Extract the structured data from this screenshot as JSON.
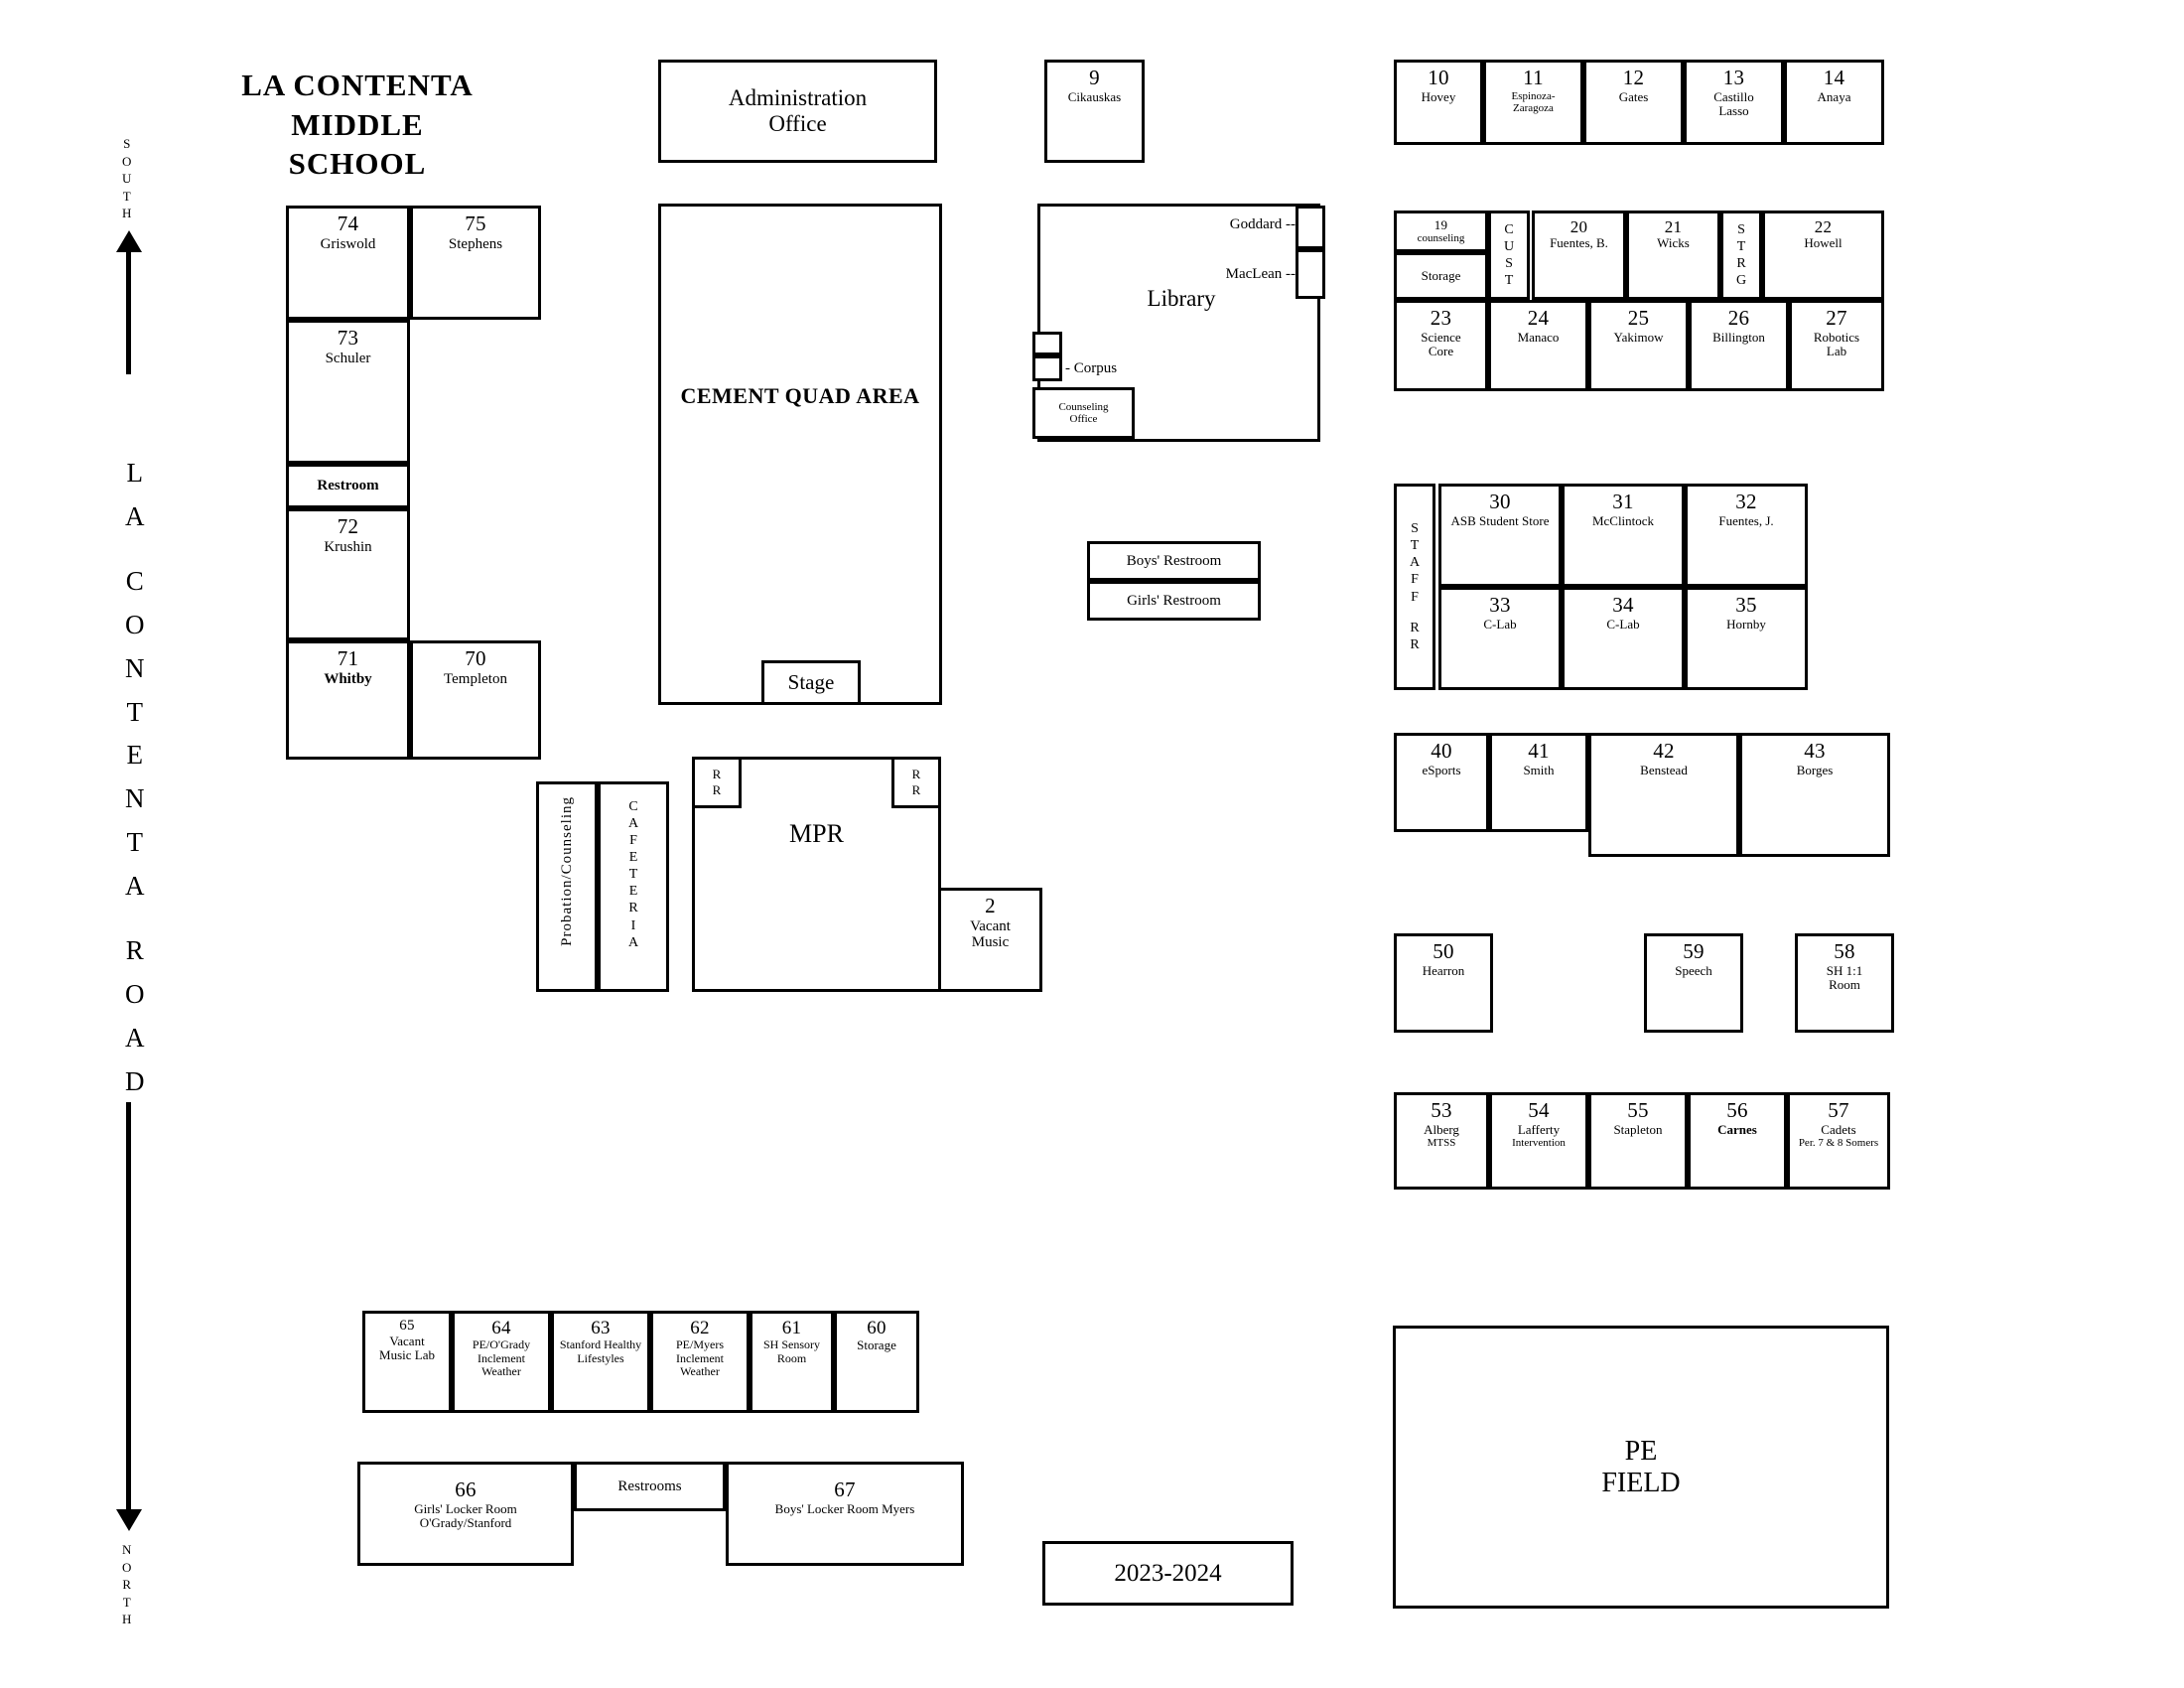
{
  "school": {
    "name_line1": "LA CONTENTA",
    "name_line2": "MIDDLE",
    "name_line3": "SCHOOL",
    "school_year": "2023-2024"
  },
  "compass": {
    "south_label": "SOUTH",
    "north_label": "NORTH",
    "road_name": "LA CONTENTA ROAD"
  },
  "areas": {
    "administration": {
      "line1": "Administration",
      "line2": "Office"
    },
    "cement_quad": "CEMENT QUAD AREA",
    "stage": "Stage",
    "library": "Library",
    "mpr": "MPR",
    "cafeteria": "CAFETERIA",
    "probation": "Probation/Counseling",
    "counseling_office": {
      "line1": "Counseling",
      "line2": "Office"
    },
    "pe_field": {
      "line1": "PE",
      "line2": "FIELD"
    },
    "restroom_west": "Restroom",
    "restrooms_locker": "Restrooms",
    "boys_restroom": "Boys' Restroom",
    "girls_restroom": "Girls' Restroom",
    "rr_left": "RR",
    "rr_right": "RR",
    "staff_rr": "STAFF RR",
    "cust": "CUST",
    "strg": "STRG",
    "storage_19": "Storage",
    "goddard": "Goddard --",
    "maclean": "MacLean --",
    "corpus": "- Corpus"
  },
  "rooms": {
    "west_wing": [
      {
        "number": "74",
        "label": "Griswold"
      },
      {
        "number": "75",
        "label": "Stephens"
      },
      {
        "number": "73",
        "label": "Schuler"
      },
      {
        "number": "72",
        "label": "Krushin"
      },
      {
        "number": "71",
        "label": "Whitby"
      },
      {
        "number": "70",
        "label": "Templeton"
      }
    ],
    "room9": {
      "number": "9",
      "label": "Cikauskas"
    },
    "room2": {
      "number": "2",
      "line1": "Vacant",
      "line2": "Music"
    },
    "row_10_14": [
      {
        "number": "10",
        "label": "Hovey"
      },
      {
        "number": "11",
        "label": "Espinoza-Zaragoza"
      },
      {
        "number": "12",
        "label": "Gates"
      },
      {
        "number": "13",
        "label": "Castillo Lasso"
      },
      {
        "number": "14",
        "label": "Anaya"
      }
    ],
    "row_19_22": [
      {
        "number": "19",
        "label": "counseling"
      },
      {
        "number": "20",
        "label": "Fuentes, B."
      },
      {
        "number": "21",
        "label": "Wicks"
      },
      {
        "number": "22",
        "label": "Howell"
      }
    ],
    "row_23_27": [
      {
        "number": "23",
        "label": "Science Core"
      },
      {
        "number": "24",
        "label": "Manaco"
      },
      {
        "number": "25",
        "label": "Yakimow"
      },
      {
        "number": "26",
        "label": "Billington"
      },
      {
        "number": "27",
        "label": "Robotics Lab"
      }
    ],
    "row_30_32": [
      {
        "number": "30",
        "label": "ASB Student Store"
      },
      {
        "number": "31",
        "label": "McClintock"
      },
      {
        "number": "32",
        "label": "Fuentes, J."
      }
    ],
    "row_33_35": [
      {
        "number": "33",
        "label": "C-Lab"
      },
      {
        "number": "34",
        "label": "C-Lab"
      },
      {
        "number": "35",
        "label": "Hornby"
      }
    ],
    "row_40_43": [
      {
        "number": "40",
        "label": "eSports"
      },
      {
        "number": "41",
        "label": "Smith"
      },
      {
        "number": "42",
        "label": "Benstead"
      },
      {
        "number": "43",
        "label": "Borges"
      }
    ],
    "row_50_59_58": [
      {
        "number": "50",
        "label": "Hearron"
      },
      {
        "number": "59",
        "label": "Speech"
      },
      {
        "number": "58",
        "label": "SH 1:1 Room"
      }
    ],
    "row_53_57": [
      {
        "number": "53",
        "label": "Alberg",
        "sub": "MTSS"
      },
      {
        "number": "54",
        "label": "Lafferty",
        "sub": "Intervention"
      },
      {
        "number": "55",
        "label": "Stapleton",
        "sub": ""
      },
      {
        "number": "56",
        "label": "Carnes",
        "sub": ""
      },
      {
        "number": "57",
        "label": "Cadets",
        "sub": "Per. 7 & 8 Somers"
      }
    ],
    "row_60_65": [
      {
        "number": "65",
        "label": "Vacant Music Lab"
      },
      {
        "number": "64",
        "label": "PE/O'Grady Inclement Weather"
      },
      {
        "number": "63",
        "label": "Stanford Healthy Lifestyles"
      },
      {
        "number": "62",
        "label": "PE/Myers Inclement Weather"
      },
      {
        "number": "61",
        "label": "SH Sensory Room"
      },
      {
        "number": "60",
        "label": "Storage"
      }
    ],
    "locker_rooms": [
      {
        "number": "66",
        "label": "Girls' Locker Room O'Grady/Stanford"
      },
      {
        "number": "67",
        "label": "Boys' Locker Room Myers"
      }
    ]
  }
}
